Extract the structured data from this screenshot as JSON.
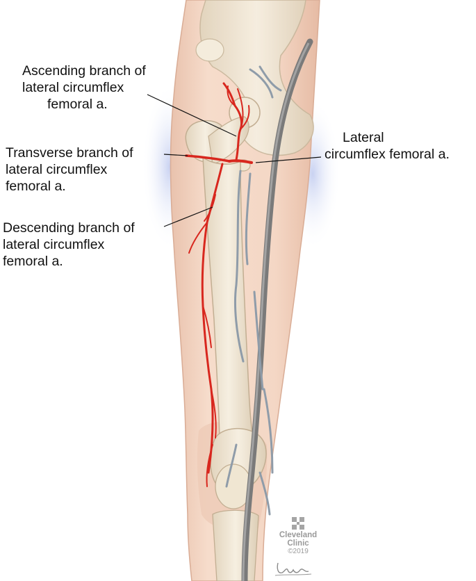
{
  "labels": {
    "ascending": [
      "Ascending branch of",
      "lateral circumflex",
      "femoral a."
    ],
    "transverse": [
      "Transverse branch of",
      "lateral circumflex",
      "femoral a."
    ],
    "lateral": [
      "Lateral",
      "circumflex femoral a."
    ],
    "descending": [
      "Descending branch of",
      "lateral circumflex",
      "femoral a."
    ]
  },
  "logo": {
    "line1": "Cleveland",
    "line2": "Clinic",
    "copyright": "©2019"
  },
  "colors": {
    "skin": "#f3d6c4",
    "bone": "#efe6d3",
    "artery": "#d8271e",
    "vein": "#8d9aa6",
    "nerve_tube": "#6f6f6f",
    "glow": "#b9c6ea"
  }
}
